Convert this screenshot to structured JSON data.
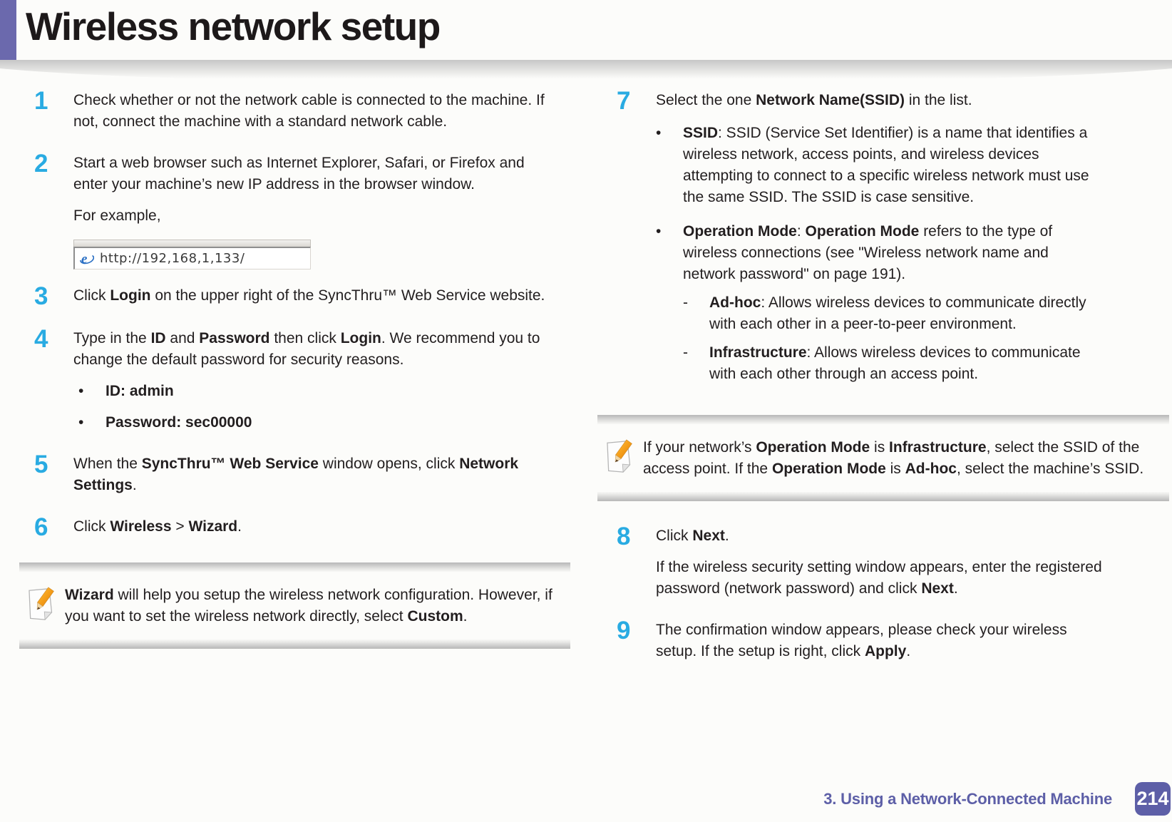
{
  "page": {
    "title": "Wireless network setup",
    "footer": {
      "section": "3.  Using a Network-Connected Machine",
      "page_number": "214"
    },
    "colors": {
      "accent_purple": "#6b69ad",
      "footer_purple": "#5d5fa7",
      "step_number_cyan": "#29abe2"
    }
  },
  "browser_bar": {
    "icon": "internet-explorer-icon",
    "url": "http://192,168,1,133/"
  },
  "steps": [
    {
      "num": "1",
      "body": [
        {
          "t": "Check whether or not the network cable is connected to the machine. If not, connect the machine with a standard network cable."
        }
      ]
    },
    {
      "num": "2",
      "body": [
        {
          "t": "Start a web browser such as Internet Explorer, Safari, or Firefox and enter your machine’s new IP address in the browser window."
        }
      ],
      "example_label": "For example,"
    },
    {
      "num": "3",
      "body": [
        {
          "t": "Click "
        },
        {
          "t": "Login",
          "b": true
        },
        {
          "t": " on the upper right of the SyncThru™ Web Service website."
        }
      ]
    },
    {
      "num": "4",
      "body": [
        {
          "t": "Type in the "
        },
        {
          "t": "ID",
          "b": true
        },
        {
          "t": " and "
        },
        {
          "t": "Password",
          "b": true
        },
        {
          "t": " then click "
        },
        {
          "t": "Login",
          "b": true
        },
        {
          "t": ". We recommend you to change the default password for security reasons."
        }
      ],
      "bullet_marker": "•",
      "bullets": [
        [
          {
            "t": "ID: admin",
            "b": true
          }
        ],
        [
          {
            "t": "Password: sec00000",
            "b": true
          }
        ]
      ]
    },
    {
      "num": "5",
      "body": [
        {
          "t": "When the "
        },
        {
          "t": "SyncThru™ Web Service",
          "b": true
        },
        {
          "t": " window opens, click "
        },
        {
          "t": "Network Settings",
          "b": true
        },
        {
          "t": "."
        }
      ]
    },
    {
      "num": "6",
      "body": [
        {
          "t": "Click "
        },
        {
          "t": "Wireless",
          "b": true
        },
        {
          "t": " > "
        },
        {
          "t": "Wizard",
          "b": true
        },
        {
          "t": "."
        }
      ]
    },
    {
      "num": "7",
      "body": [
        {
          "t": "Select the one "
        },
        {
          "t": "Network Name(SSID)",
          "b": true
        },
        {
          "t": " in the list."
        }
      ],
      "bullet_marker": "•",
      "dash_marker": "-",
      "bullets": [
        [
          {
            "t": "SSID",
            "b": true
          },
          {
            "t": ": SSID (Service Set Identifier) is a name that identifies a wireless network, access points, and wireless devices attempting to connect to a specific wireless network must use the same SSID. The SSID is case sensitive."
          }
        ],
        [
          {
            "t": "Operation Mode",
            "b": true
          },
          {
            "t": ": "
          },
          {
            "t": "Operation Mode",
            "b": true
          },
          {
            "t": " refers to the type of wireless connections (see \"Wireless network name and network password\" on page 191)."
          }
        ]
      ],
      "dashes": [
        [
          {
            "t": "Ad-hoc",
            "b": true
          },
          {
            "t": ": Allows wireless devices to communicate directly with each other in a peer-to-peer environment."
          }
        ],
        [
          {
            "t": "Infrastructure",
            "b": true
          },
          {
            "t": ": Allows wireless devices to communicate with each other through an access point."
          }
        ]
      ]
    },
    {
      "num": "8",
      "body": [
        {
          "t": "Click "
        },
        {
          "t": "Next",
          "b": true
        },
        {
          "t": "."
        }
      ],
      "extra": [
        {
          "t": "If the wireless security setting window appears, enter the registered password (network password) and click "
        },
        {
          "t": "Next",
          "b": true
        },
        {
          "t": "."
        }
      ]
    },
    {
      "num": "9",
      "body": [
        {
          "t": "The confirmation window appears, please check your wireless setup. If the setup is right, click "
        },
        {
          "t": "Apply",
          "b": true
        },
        {
          "t": "."
        }
      ]
    }
  ],
  "notes": [
    {
      "icon": "pencil-note-icon",
      "text": [
        {
          "t": "Wizard",
          "b": true
        },
        {
          "t": " will help you setup the wireless network configuration. However, if you want to set the wireless network directly, select "
        },
        {
          "t": "Custom",
          "b": true
        },
        {
          "t": "."
        }
      ]
    },
    {
      "icon": "pencil-note-icon",
      "text": [
        {
          "t": "If your network’s "
        },
        {
          "t": "Operation Mode",
          "b": true
        },
        {
          "t": " is "
        },
        {
          "t": "Infrastructure",
          "b": true
        },
        {
          "t": ", select the SSID of the access point. If the "
        },
        {
          "t": "Operation Mode",
          "b": true
        },
        {
          "t": " is "
        },
        {
          "t": "Ad-hoc",
          "b": true
        },
        {
          "t": ", select the machine’s SSID."
        }
      ]
    }
  ]
}
